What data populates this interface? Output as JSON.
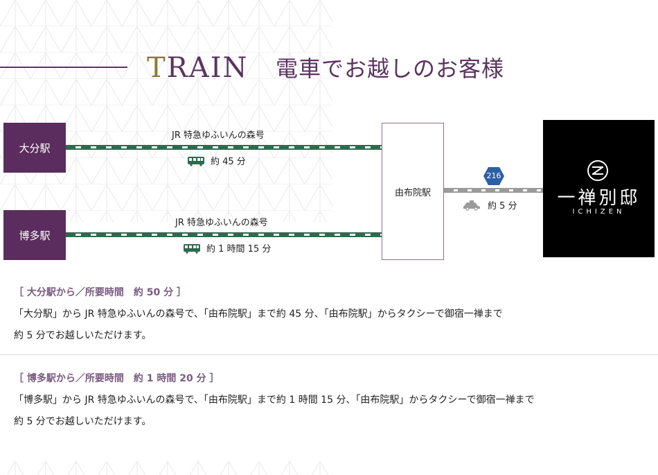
{
  "header": {
    "title_en_first": "T",
    "title_en_rest": "RAIN",
    "title_ja": "電車でお越しのお客様"
  },
  "colors": {
    "accent_purple": "#5b2d5e",
    "track_green": "#2c6b4c",
    "route_blue": "#2e5fa3"
  },
  "diagram": {
    "origin_1": "大分駅",
    "origin_2": "博多駅",
    "train_name_1": "JR 特急ゆふいんの森号",
    "train_name_2": "JR 特急ゆふいんの森号",
    "time_1": "約 45 分",
    "time_2": "約 1 時間 15 分",
    "transfer_station": "由布院駅",
    "route_number": "216",
    "taxi_time": "約 5 分",
    "train_icon": "train-icon",
    "taxi_icon": "taxi-icon",
    "hotel": {
      "name_ja": "一禅別邸",
      "name_en": "ICHIZEN"
    }
  },
  "routes": [
    {
      "heading": "［ 大分駅から／所要時間　約 50 分 ］",
      "line_1": "「大分駅」から JR 特急ゆふいんの森号で、「由布院駅」まで約 45 分、「由布院駅」からタクシーで御宿一禅まで",
      "line_2": "約 5 分でお越しいただけます。"
    },
    {
      "heading": "［ 博多駅から／所要時間　約 1 時間 20 分 ］",
      "line_1": "「博多駅」から JR 特急ゆふいんの森号で、「由布院駅」まで約 1 時間 15 分、「由布院駅」からタクシーで御宿一禅まで",
      "line_2": "約 5 分でお越しいただけます。"
    }
  ]
}
